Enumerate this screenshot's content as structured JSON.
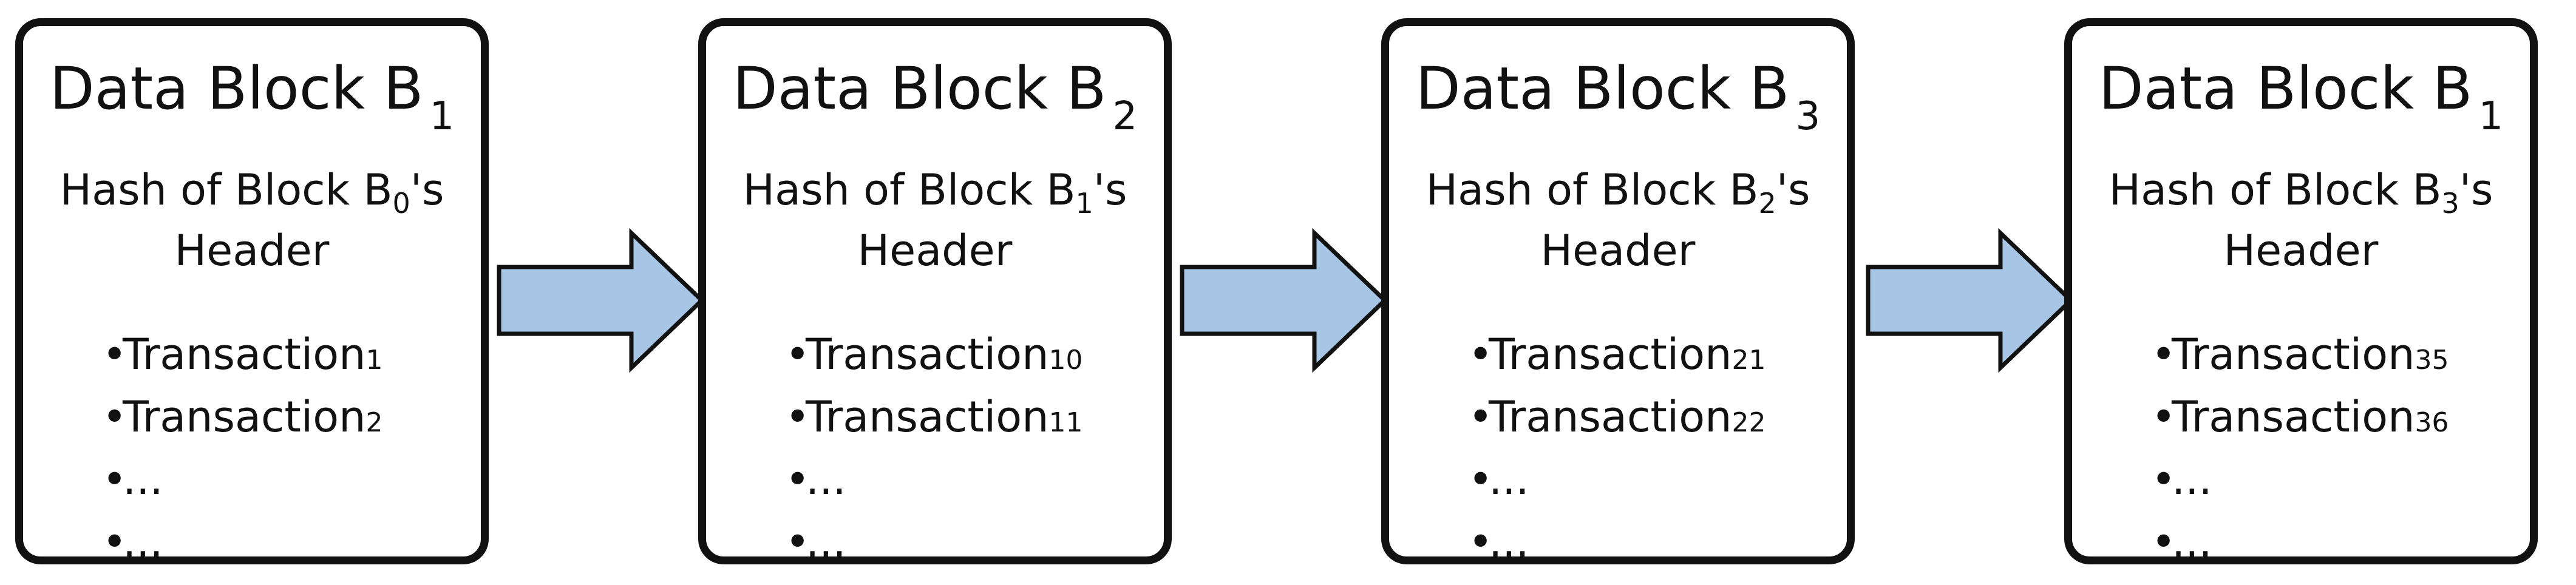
{
  "blocks": [
    {
      "title": "Data Block B",
      "title_sub": "1",
      "hash_prefix": "Hash of Block B",
      "hash_sub": "0",
      "hash_suffix": "'s",
      "hash_line2": "Header",
      "transactions": [
        {
          "bullet": "•",
          "label": "Transaction",
          "sub": "1"
        },
        {
          "bullet": "•",
          "label": "Transaction",
          "sub": "2"
        },
        {
          "bullet": "•",
          "label": "...",
          "sub": ""
        },
        {
          "bullet": "•",
          "label": "...",
          "sub": ""
        }
      ]
    },
    {
      "title": "Data Block B",
      "title_sub": "2",
      "hash_prefix": "Hash of Block B",
      "hash_sub": "1",
      "hash_suffix": "'s",
      "hash_line2": "Header",
      "transactions": [
        {
          "bullet": "•",
          "label": "Transaction",
          "sub": "10"
        },
        {
          "bullet": "•",
          "label": "Transaction",
          "sub": "11"
        },
        {
          "bullet": "•",
          "label": "...",
          "sub": ""
        },
        {
          "bullet": "•",
          "label": "...",
          "sub": ""
        }
      ]
    },
    {
      "title": "Data Block B",
      "title_sub": "3",
      "hash_prefix": "Hash of Block B",
      "hash_sub": "2",
      "hash_suffix": "'s",
      "hash_line2": "Header",
      "transactions": [
        {
          "bullet": "•",
          "label": "Transaction",
          "sub": "21"
        },
        {
          "bullet": "•",
          "label": "Transaction",
          "sub": "22"
        },
        {
          "bullet": "•",
          "label": "...",
          "sub": ""
        },
        {
          "bullet": "•",
          "label": "...",
          "sub": ""
        }
      ]
    },
    {
      "title": "Data Block B",
      "title_sub": "1",
      "hash_prefix": "Hash of Block B",
      "hash_sub": "3",
      "hash_suffix": "'s",
      "hash_line2": "Header",
      "transactions": [
        {
          "bullet": "•",
          "label": "Transaction",
          "sub": "35"
        },
        {
          "bullet": "•",
          "label": "Transaction",
          "sub": "36"
        },
        {
          "bullet": "•",
          "label": "...",
          "sub": ""
        },
        {
          "bullet": "•",
          "label": "...",
          "sub": ""
        }
      ]
    }
  ],
  "colors": {
    "arrow_fill": "#a7c6e6",
    "arrow_stroke": "#111111",
    "block_border": "#111111"
  }
}
